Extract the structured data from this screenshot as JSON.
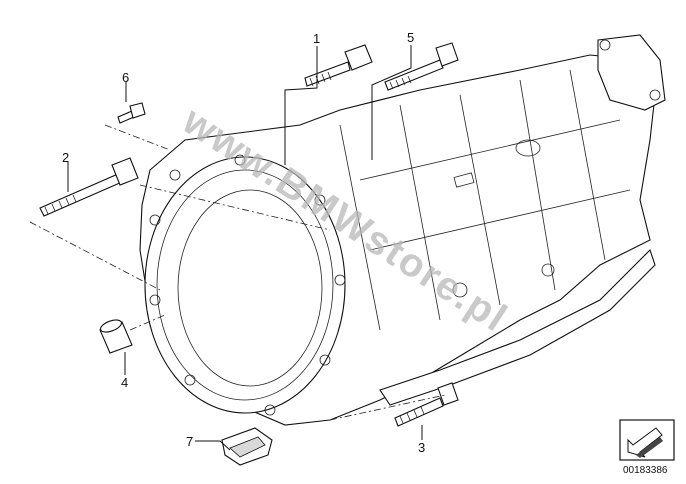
{
  "diagram": {
    "callouts": [
      {
        "id": "1",
        "label": "1"
      },
      {
        "id": "2",
        "label": "2"
      },
      {
        "id": "3",
        "label": "3"
      },
      {
        "id": "4",
        "label": "4"
      },
      {
        "id": "5",
        "label": "5"
      },
      {
        "id": "6",
        "label": "6"
      },
      {
        "id": "7",
        "label": "7"
      }
    ],
    "watermark": "www.BMWstore.pl",
    "image_code": "00183386"
  },
  "colors": {
    "line": "#111111",
    "watermark": "#b8b8b8",
    "background": "#ffffff"
  }
}
